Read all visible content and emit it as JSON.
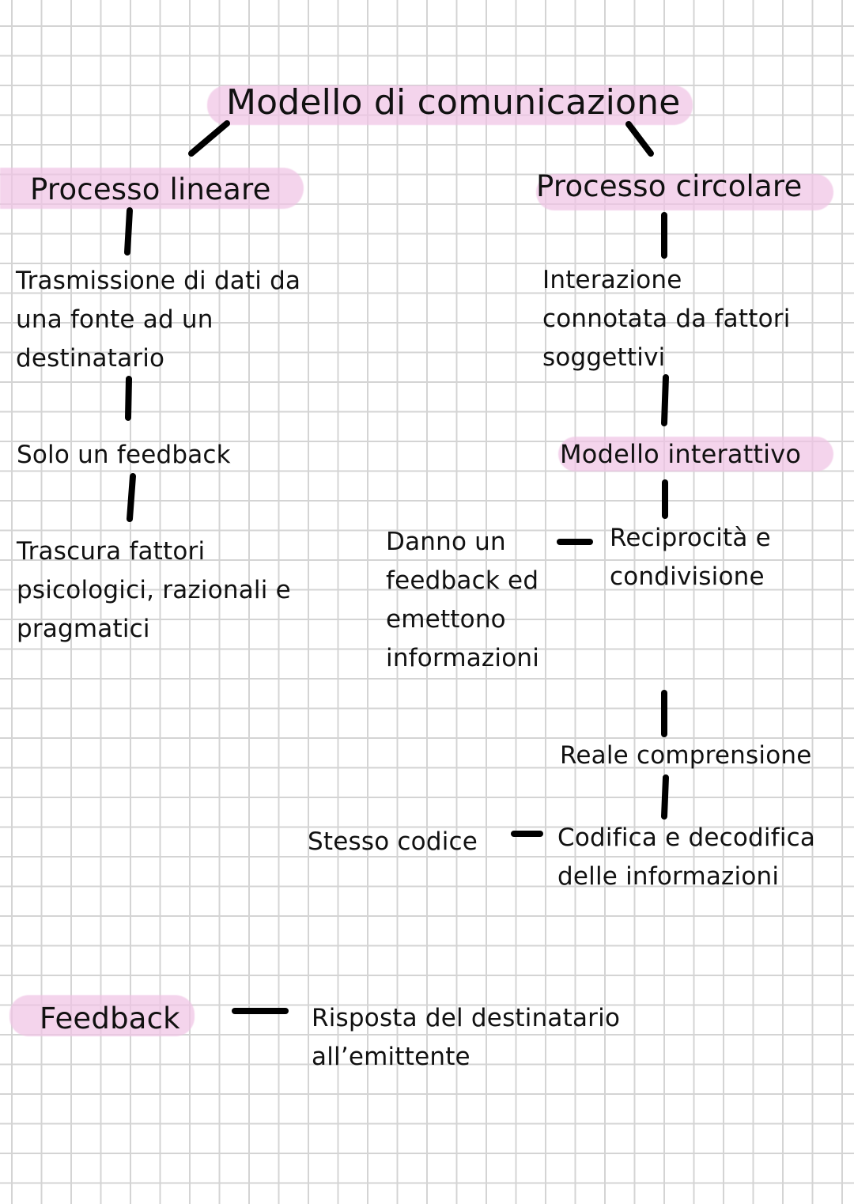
{
  "diagram": {
    "title": "Modello di comunicazione",
    "left_branch": {
      "heading": "Processo lineare",
      "steps": [
        [
          "Trasmissione di dati da",
          "una fonte ad un",
          "destinatario"
        ],
        [
          "Solo un feedback"
        ],
        [
          "Trascura fattori",
          "psicologici, razionali e",
          "pragmatici"
        ]
      ]
    },
    "right_branch": {
      "heading": "Processo circolare",
      "description": [
        "Interazione",
        "connotata da fattori",
        "soggettivi"
      ],
      "sub_heading": "Modello interattivo",
      "reciprocity": [
        "Reciprocità e",
        "condivisione"
      ],
      "reciprocity_side": [
        "Danno un",
        "feedback ed",
        "emettono",
        "informazioni"
      ],
      "understanding": "Reale comprensione",
      "coding": [
        "Codifica e decodifica",
        "delle informazioni"
      ],
      "coding_side": "Stesso codice"
    },
    "definition": {
      "term": "Feedback",
      "meaning": [
        "Risposta del destinatario",
        "all’emittente"
      ]
    }
  },
  "colors": {
    "highlight": "#f0c4e4",
    "grid": "#d4d4d4",
    "ink": "#000000",
    "background": "#ffffff"
  }
}
